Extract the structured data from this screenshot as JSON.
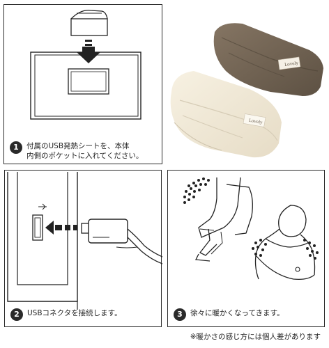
{
  "steps": [
    {
      "number": "1",
      "text": "付属のUSB発熱シートを、本体\n内側のポケットに入れてください。"
    },
    {
      "number": "2",
      "text": "USBコネクタを接続します。"
    },
    {
      "number": "3",
      "text": "徐々に暖かくなってきます。"
    }
  ],
  "note": "※暖かさの感じ方には個人差があります",
  "tag_text": "Lovely"
}
